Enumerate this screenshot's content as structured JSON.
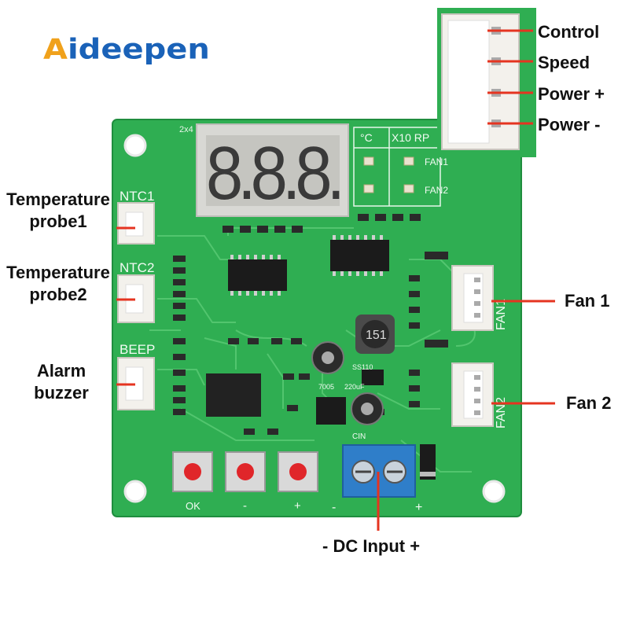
{
  "brand": {
    "logo_first": "A",
    "logo_rest": "ideepen"
  },
  "board": {
    "display_digits": "8.8.8.",
    "silk": {
      "ntc1": "NTC1",
      "ntc2": "NTC2",
      "beep": "BEEP",
      "celsius": "°C",
      "x10rpm": "X10 RP",
      "fan1_led": "FAN1",
      "fan2_led": "FAN2",
      "fan1_port": "FAN1",
      "fan2_port": "FAN2",
      "ok": "OK",
      "minus_btn": "-",
      "plus_btn": "+",
      "dc_minus": "-",
      "dc_plus": "+",
      "inductor": "151",
      "cap_label": "220uF",
      "cin": "CIN",
      "ss": "SS110",
      "reg": "7005",
      "top_left": "2x4"
    },
    "colors": {
      "pcb": "#2fae52",
      "pcb_dark": "#1f8d3e",
      "trace": "#55c870",
      "connector": "#f3f1ec",
      "terminal": "#2f7ec9",
      "button_cap": "#e0262a",
      "led_digit": "#3a3a3a"
    }
  },
  "connector_pins": {
    "control": "Control",
    "speed": "Speed",
    "power_plus": "Power +",
    "power_minus": "Power -"
  },
  "callouts": {
    "temp_probe1_line1": "Temperature",
    "temp_probe1_line2": "probe1",
    "temp_probe2_line1": "Temperature",
    "temp_probe2_line2": "probe2",
    "alarm_line1": "Alarm",
    "alarm_line2": "buzzer",
    "fan1": "Fan 1",
    "fan2": "Fan 2",
    "dc_input": "- DC Input +"
  }
}
